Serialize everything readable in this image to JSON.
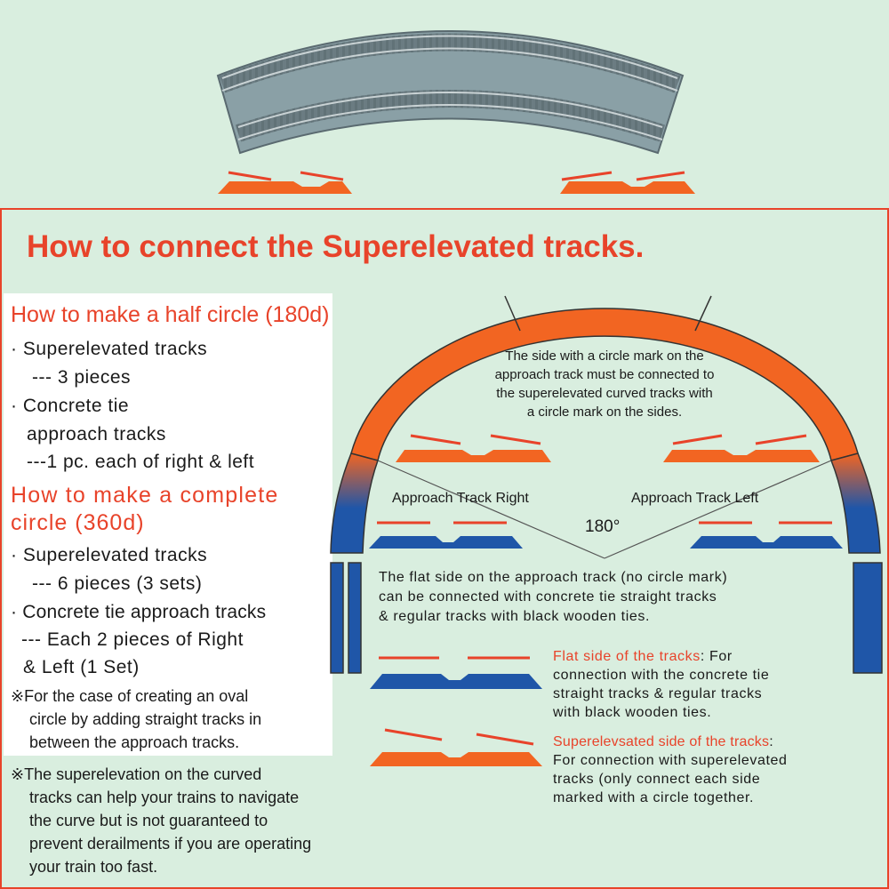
{
  "title": "How to connect the Superelevated tracks.",
  "half_circle": {
    "heading": "How to make a half circle (180d)",
    "lines": [
      "· Superelevated tracks",
      "--- 3 pieces",
      "· Concrete tie",
      "approach tracks",
      "---1 pc. each of right & left"
    ]
  },
  "complete_circle": {
    "heading_line1": "How to make a complete",
    "heading_line2": "circle (360d)",
    "lines": [
      "· Superelevated tracks",
      "--- 6 pieces (3 sets)",
      "· Concrete tie approach tracks",
      "--- Each 2 pieces of Right",
      "& Left (1 Set)"
    ],
    "oval_note": [
      "※For the case of creating an oval",
      "circle by adding straight tracks in",
      "between the approach tracks."
    ]
  },
  "warning_note": [
    "※The superelevation on the curved",
    "tracks can help your trains to navigate",
    "the curve but is not guaranteed to",
    "prevent derailments if you are operating",
    "your train too fast."
  ],
  "diagram": {
    "circle_mark_note": [
      "The side with a circle mark on the",
      "approach track must be connected to",
      "the superelevated curved tracks with",
      "a circle mark on the sides."
    ],
    "approach_right": "Approach Track Right",
    "approach_left": "Approach Track Left",
    "angle": "180°",
    "flat_side_note": [
      "The flat side on the approach track (no circle mark)",
      "can be connected with concrete tie straight tracks",
      "& regular tracks with black wooden ties."
    ]
  },
  "legend": {
    "flat_label": "Flat side of the tracks",
    "flat_desc_first": ": For",
    "flat_desc": [
      "connection with the concrete tie",
      "straight tracks & regular tracks",
      "with black wooden ties."
    ],
    "super_label": "Superelevsated side of the tracks",
    "super_desc_first": ":",
    "super_desc": [
      "For connection with superelevated",
      "tracks (only connect each side",
      "marked with a circle together."
    ]
  },
  "colors": {
    "accent_red": "#e8432a",
    "orange": "#f26522",
    "blue": "#1f56a8",
    "background": "#d9eedf",
    "track_gray": "#7e9298"
  }
}
